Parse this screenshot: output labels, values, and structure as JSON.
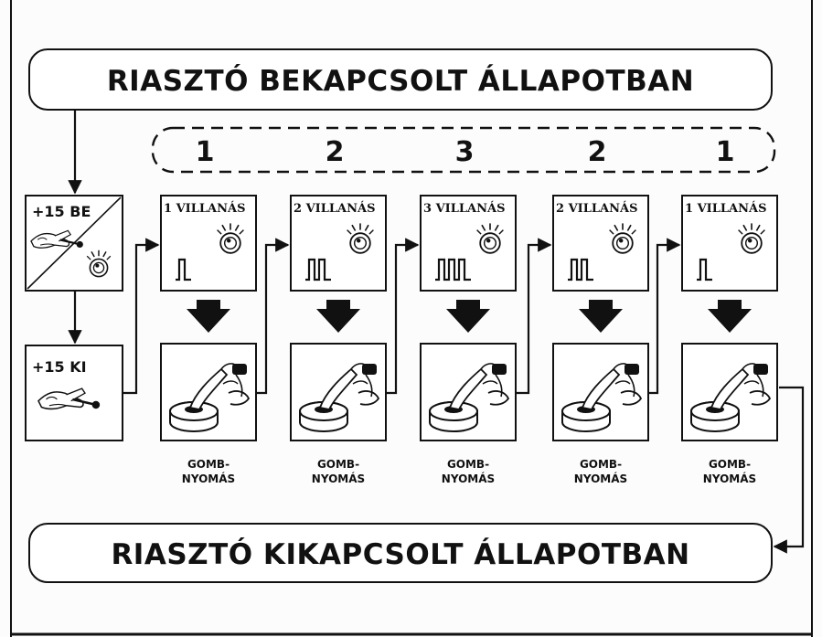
{
  "top_banner": "RIASZTÓ BEKAPCSOLT ÁLLAPOTBAN",
  "bottom_banner": "RIASZTÓ KIKAPCSOLT ÁLLAPOTBAN",
  "ignition_on": "+15 BE",
  "ignition_off": "+15 KI",
  "sequence": [
    "1",
    "2",
    "3",
    "2",
    "1"
  ],
  "flash_labels": [
    "1 VILLANÁS",
    "2 VILLANÁS",
    "3 VILLANÁS",
    "2 VILLANÁS",
    "1 VILLANÁS"
  ],
  "flash_counts": [
    1,
    2,
    3,
    2,
    1
  ],
  "press_caption": {
    "line1": "GOMB-",
    "line2": "NYOMÁS"
  },
  "colors": {
    "ink": "#111111",
    "paper": "#fcfcfc"
  },
  "icons": [
    "hand-key-icon",
    "led-button-icon",
    "finger-press-icon",
    "down-arrow-icon",
    "pulse-signal-icon"
  ]
}
